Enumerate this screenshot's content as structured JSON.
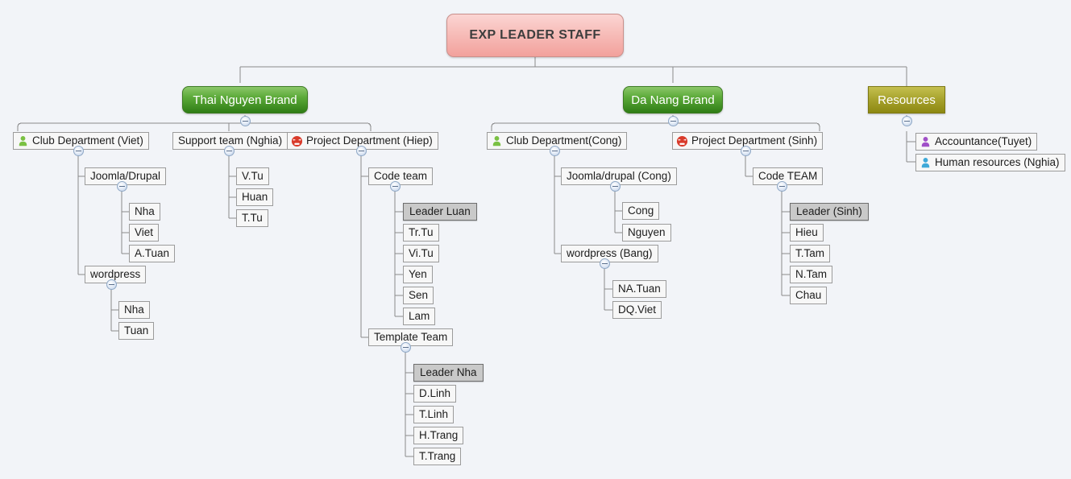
{
  "meta": {
    "background_color": "#f2f4f8",
    "title": "EXP LEADER STAFF mind map"
  },
  "colors": {
    "root_fill": "#f7bdb9",
    "brand_fill": "#5caa39",
    "resources_fill": "#a9a42f",
    "leaf_fill": "#f7f7f7",
    "leader_fill": "#c9c9c9",
    "connector": "#8a8a8a",
    "icon_green": "#7ac143",
    "icon_purple": "#a050c8",
    "icon_blue": "#3fa9d8",
    "icon_red": "#d93b2b"
  },
  "root": {
    "label": "EXP LEADER STAFF"
  },
  "branches": {
    "thai_nguyen": {
      "label": "Thai Nguyen Brand"
    },
    "da_nang": {
      "label": "Da Nang Brand"
    },
    "resources": {
      "label": "Resources"
    }
  },
  "departments": {
    "club_viet": {
      "label": "Club Department (Viet)",
      "icon": "person-icon-green"
    },
    "support_nghia": {
      "label": "Support team (Nghia)",
      "icon": "none"
    },
    "project_hiep": {
      "label": "Project Department (Hiep)",
      "icon": "angry-face-icon-red"
    },
    "club_cong": {
      "label": "Club Department(Cong)",
      "icon": "person-icon-green"
    },
    "project_sinh": {
      "label": "Project Department (Sinh)",
      "icon": "angry-face-icon-red"
    },
    "accountance": {
      "label": "Accountance(Tuyet)",
      "icon": "person-icon-purple"
    },
    "human_resources": {
      "label": "Human resources (Nghia)",
      "icon": "person-icon-blue"
    }
  },
  "groups": {
    "joomla_drupal": {
      "label": "Joomla/Drupal"
    },
    "wordpress": {
      "label": "wordpress"
    },
    "code_team": {
      "label": "Code team"
    },
    "template_team": {
      "label": "Template Team"
    },
    "joomla_drupal_cong": {
      "label": "Joomla/drupal (Cong)"
    },
    "wordpress_bang": {
      "label": "wordpress (Bang)"
    },
    "code_team_dn": {
      "label": "Code TEAM"
    }
  },
  "members": {
    "joomla_drupal": [
      "Nha",
      "Viet",
      "A.Tuan"
    ],
    "wordpress": [
      "Nha",
      "Tuan"
    ],
    "support_nghia": [
      "V.Tu",
      "Huan",
      "T.Tu"
    ],
    "code_team": [
      "Leader Luan",
      "Tr.Tu",
      "Vi.Tu",
      "Yen",
      "Sen",
      "Lam"
    ],
    "template_team": [
      "Leader Nha",
      "D.Linh",
      "T.Linh",
      "H.Trang",
      "T.Trang"
    ],
    "joomla_drupal_cong": [
      "Cong",
      "Nguyen"
    ],
    "wordpress_bang": [
      "NA.Tuan",
      "DQ.Viet"
    ],
    "code_team_dn": [
      "Leader (Sinh)",
      "Hieu",
      "T.Tam",
      "N.Tam",
      "Chau"
    ]
  },
  "leaders": [
    "Leader Luan",
    "Leader Nha",
    "Leader (Sinh)"
  ]
}
